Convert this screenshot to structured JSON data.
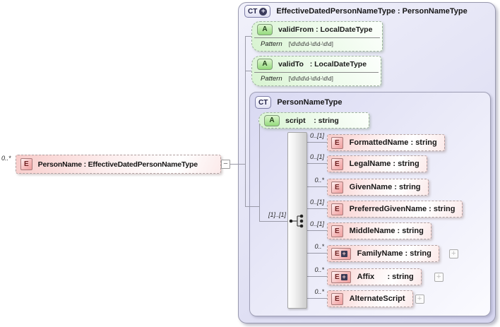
{
  "root_element": {
    "cardinality": "0..*",
    "badge": "E",
    "label": "PersonName : EffectiveDatedPersonNameType",
    "collapse_glyph": "−"
  },
  "complex_type": {
    "badge": "CT",
    "badge_plus": "+",
    "title": "EffectiveDatedPersonNameType : PersonNameType",
    "attributes": [
      {
        "badge": "A",
        "label": "validFrom : LocalDateType",
        "facet_label": "Pattern",
        "facet_value": "[\\d\\d\\d\\d-\\d\\d-\\d\\d]"
      },
      {
        "badge": "A",
        "label": "validTo   : LocalDateType",
        "facet_label": "Pattern",
        "facet_value": "[\\d\\d\\d\\d-\\d\\d-\\d\\d]"
      }
    ],
    "inner_type": {
      "badge": "CT",
      "title": "PersonNameType",
      "attributes": [
        {
          "badge": "A",
          "label": "script    : string"
        }
      ],
      "sequence": {
        "cardinality": "[1]..[1]"
      },
      "elements": [
        {
          "cardinality": "0..[1]",
          "badge": "E",
          "label": "FormattedName : string"
        },
        {
          "cardinality": "0..[1]",
          "badge": "E",
          "label": "LegalName : string"
        },
        {
          "cardinality": "0..*",
          "badge": "E",
          "label": "GivenName : string"
        },
        {
          "cardinality": "0..[1]",
          "badge": "E",
          "label": "PreferredGivenName : string"
        },
        {
          "cardinality": "0..[1]",
          "badge": "E",
          "label": "MiddleName : string"
        },
        {
          "cardinality": "0..*",
          "badge": "E",
          "badge_plus": "+",
          "label": "FamilyName : string",
          "expand_glyph": "+"
        },
        {
          "cardinality": "0..*",
          "badge": "E",
          "badge_plus": "+",
          "label": "Affix      : string",
          "expand_glyph": "+"
        },
        {
          "cardinality": "0..*",
          "badge": "E",
          "label": "AlternateScript",
          "expand_glyph": "+"
        }
      ]
    }
  },
  "colors": {
    "container_fill": "#dcdcf4",
    "attribute_fill": "#d7f3d0",
    "element_fill": "#f8ccca",
    "element_badge": "#ef9f9f",
    "attribute_badge": "#94da7c",
    "connector": "#9a9aa8"
  }
}
